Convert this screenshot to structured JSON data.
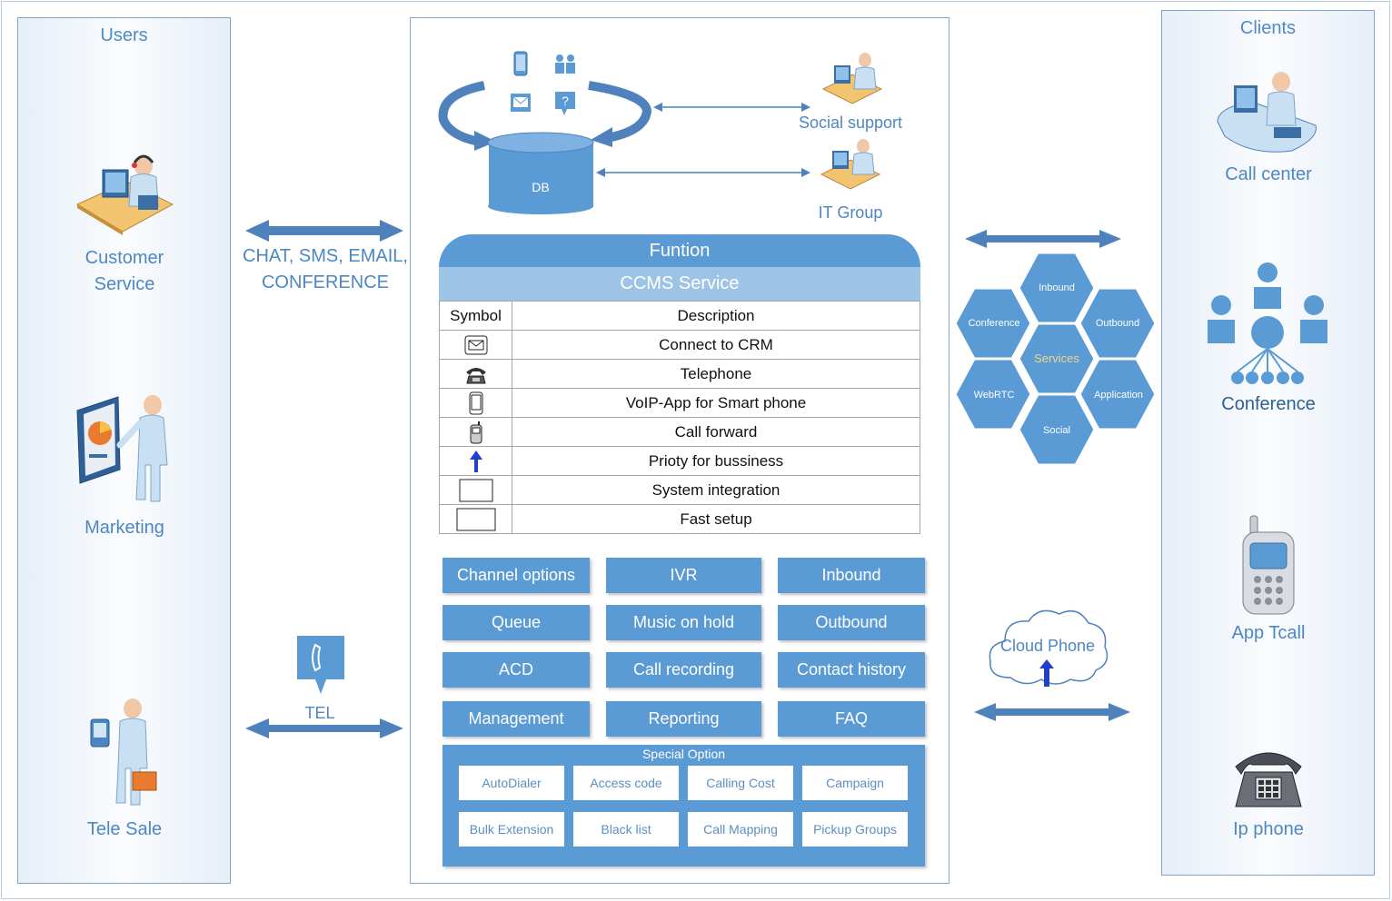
{
  "users": {
    "title": "Users",
    "items": [
      {
        "label_line1": "Customer",
        "label_line2": "Service"
      },
      {
        "label_line1": "Marketing"
      },
      {
        "label_line1": "Tele Sale"
      }
    ]
  },
  "channels": {
    "text_line1": "CHAT, SMS, EMAIL,",
    "text_line2": "CONFERENCE",
    "tel_label": "TEL"
  },
  "top": {
    "db_label": "DB",
    "social_support": "Social support",
    "it_group": "IT Group"
  },
  "function": {
    "title": "Funtion",
    "subtitle": "CCMS Service",
    "col_symbol": "Symbol",
    "col_description": "Description",
    "rows": [
      {
        "icon": "envelope-icon",
        "description": "Connect to CRM"
      },
      {
        "icon": "telephone-icon",
        "description": "Telephone"
      },
      {
        "icon": "smartphone-icon",
        "description": "VoIP-App for Smart phone"
      },
      {
        "icon": "mobile-phone-icon",
        "description": "Call forward"
      },
      {
        "icon": "up-arrow-icon",
        "description": "Prioty for bussiness"
      },
      {
        "icon": "blank-box-icon",
        "description": "System integration"
      },
      {
        "icon": "blank-box-icon",
        "description": "Fast setup"
      }
    ]
  },
  "features": [
    "Channel options",
    "IVR",
    "Inbound",
    "Queue",
    "Music on hold",
    "Outbound",
    "ACD",
    "Call recording",
    "Contact history",
    "Management",
    "Reporting",
    "FAQ"
  ],
  "special_option": {
    "title": "Special Option",
    "items": [
      "AutoDialer",
      "Access code",
      "Calling Cost",
      "Campaign",
      "Bulk Extension",
      "Black list",
      "Call Mapping",
      "Pickup Groups"
    ]
  },
  "services_hex": {
    "center": "Services",
    "items": [
      "Inbound",
      "Conference",
      "Outbound",
      "WebRTC",
      "Application",
      "Social"
    ]
  },
  "cloud_phone": "Cloud Phone",
  "clients": {
    "title": "Clients",
    "items": [
      "Call center",
      "Conference",
      "App Tcall",
      "Ip phone"
    ]
  },
  "colors": {
    "accent": "#5b9bd5",
    "accent_light": "#9dc3e6",
    "label": "#4d87c4"
  }
}
